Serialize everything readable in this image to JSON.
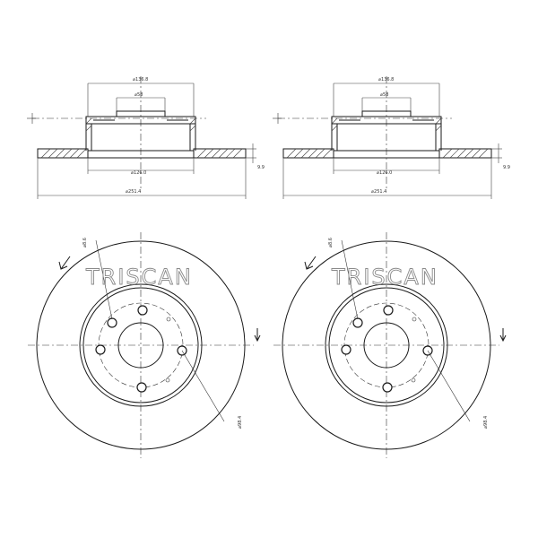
{
  "brand": {
    "watermark": "TRISCAN"
  },
  "views": [
    {
      "section": {
        "outer_diameter": "⌀251.4",
        "hat_diameter": "⌀136.8",
        "inner_diameter": "⌀126.0",
        "center_bore": "⌀58",
        "thickness": "9.9"
      },
      "face": {
        "hole_label": "⌀8.6",
        "pcd_label": "⌀98.4"
      }
    },
    {
      "section": {
        "outer_diameter": "⌀251.4",
        "hat_diameter": "⌀136.8",
        "inner_diameter": "⌀126.0",
        "center_bore": "⌀58",
        "thickness": "9.9"
      },
      "face": {
        "hole_label": "⌀8.6",
        "pcd_label": "⌀98.4"
      }
    }
  ]
}
